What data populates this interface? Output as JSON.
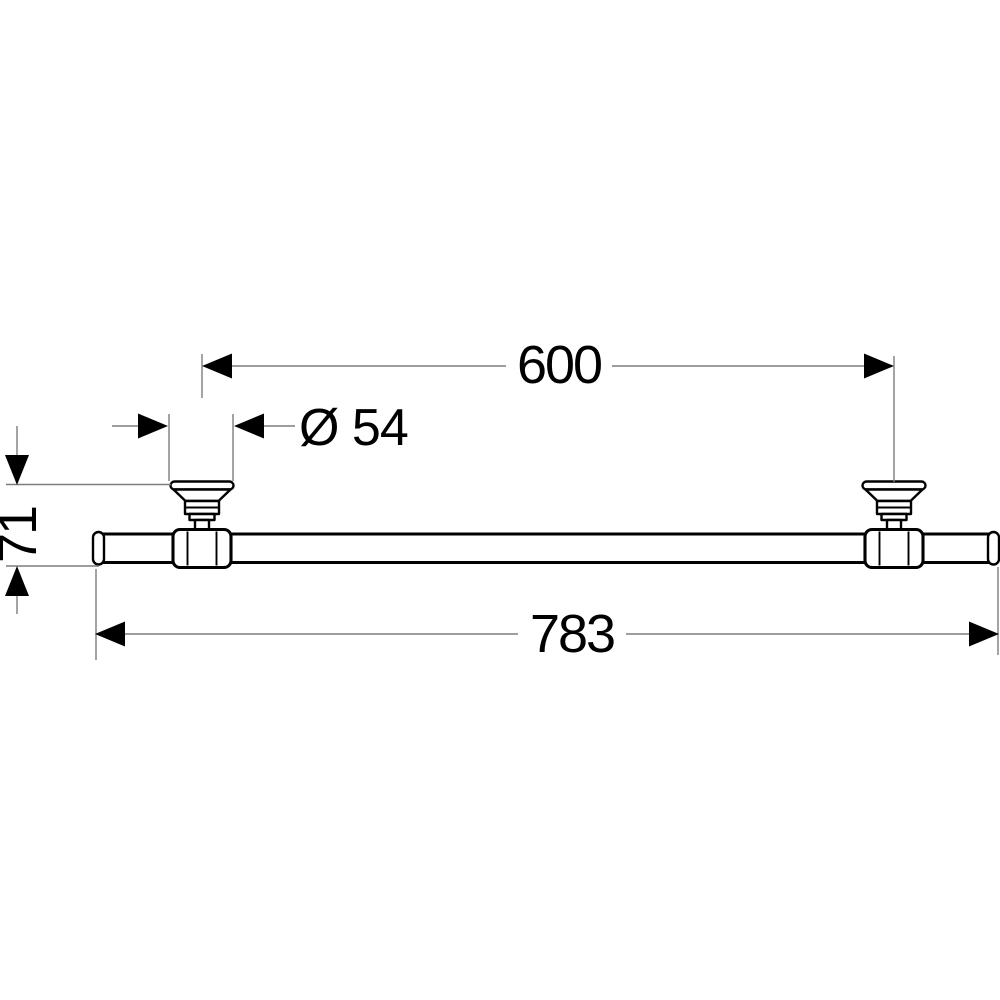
{
  "drawing": {
    "kind": "technical-dimension-drawing",
    "colors": {
      "background": "#ffffff",
      "object_line": "#000000",
      "dimension_line": "#7d7d7d",
      "text": "#000000"
    },
    "dimensions": {
      "wall_mount_spacing": {
        "label": "600"
      },
      "flange_diameter": {
        "label": "Ø 54"
      },
      "mount_offset": {
        "label": "71"
      },
      "overall_length": {
        "label": "783"
      }
    }
  }
}
